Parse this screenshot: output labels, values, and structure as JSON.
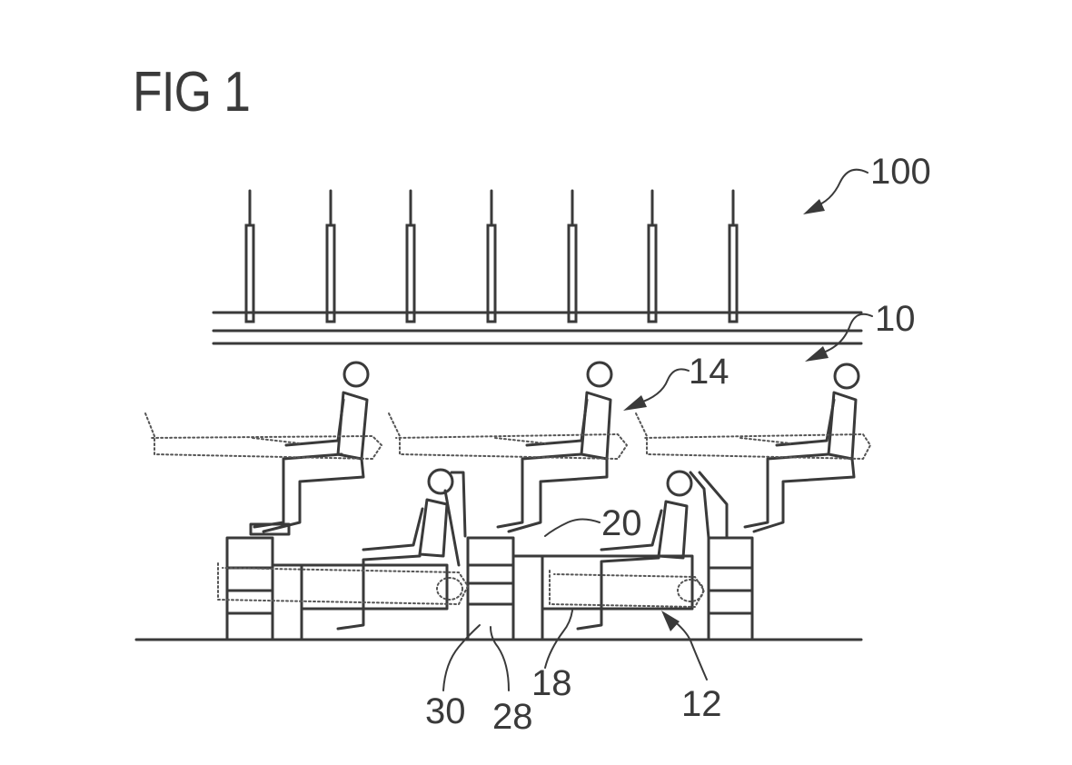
{
  "figure": {
    "title": "FIG 1"
  },
  "reference_numerals": {
    "r100": "100",
    "r10": "10",
    "r14": "14",
    "r20": "20",
    "r30": "30",
    "r28": "28",
    "r18": "18",
    "r12": "12"
  }
}
